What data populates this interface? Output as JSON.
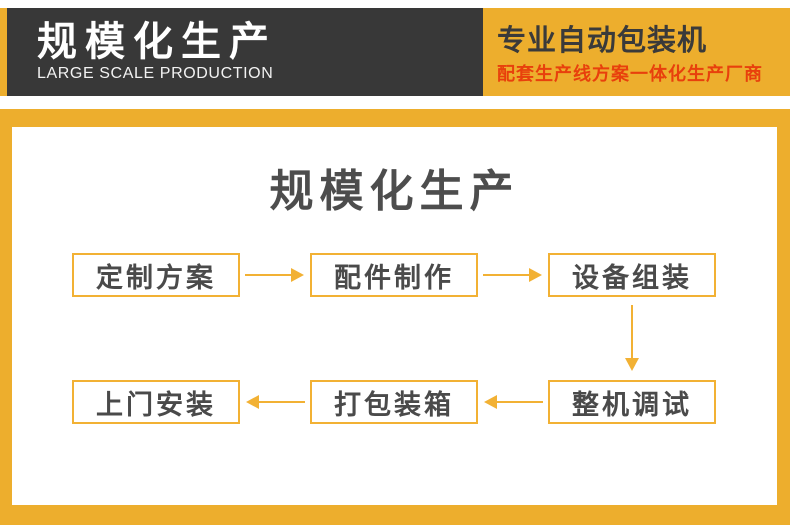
{
  "colors": {
    "brand_yellow": "#EDAE2D",
    "arrow_yellow": "#F2B134",
    "header_dark": "#383838",
    "accent_red": "#E8400C",
    "text_gray": "#4A4A4A"
  },
  "header": {
    "title_cn": "规模化生产",
    "title_en": "LARGE SCALE PRODUCTION",
    "right_title": "专业自动包装机",
    "right_subtitle": "配套生产线方案一体化生产厂商"
  },
  "main": {
    "title": "规模化生产",
    "flow": {
      "row1": [
        "定制方案",
        "配件制作",
        "设备组装"
      ],
      "row2": [
        "上门安装",
        "打包装箱",
        "整机调试"
      ]
    }
  }
}
